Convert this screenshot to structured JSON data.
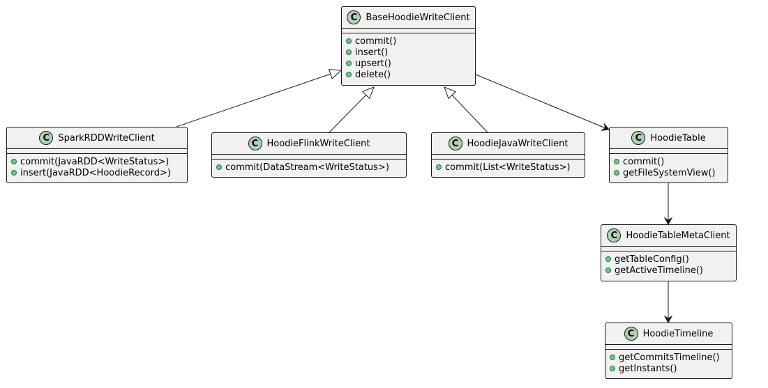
{
  "badge_letter": "C",
  "colors": {
    "class_fill": "#f1f1f1",
    "badge_fill": "#add1b2",
    "method_dot": "#84be84",
    "line": "#181818"
  },
  "classes": {
    "base": {
      "name": "BaseHoodieWriteClient",
      "methods": [
        "commit()",
        "insert()",
        "upsert()",
        "delete()"
      ]
    },
    "spark": {
      "name": "SparkRDDWriteClient",
      "methods": [
        "commit(JavaRDD<WriteStatus>)",
        "insert(JavaRDD<HoodieRecord>)"
      ]
    },
    "flink": {
      "name": "HoodieFlinkWriteClient",
      "methods": [
        "commit(DataStream<WriteStatus>)"
      ]
    },
    "java": {
      "name": "HoodieJavaWriteClient",
      "methods": [
        "commit(List<WriteStatus>)"
      ]
    },
    "table": {
      "name": "HoodieTable",
      "methods": [
        "commit()",
        "getFileSystemView()"
      ]
    },
    "meta": {
      "name": "HoodieTableMetaClient",
      "methods": [
        "getTableConfig()",
        "getActiveTimeline()"
      ]
    },
    "timeline": {
      "name": "HoodieTimeline",
      "methods": [
        "getCommitsTimeline()",
        "getInstants()"
      ]
    }
  },
  "relations": [
    {
      "from": "SparkRDDWriteClient",
      "to": "BaseHoodieWriteClient",
      "kind": "extends"
    },
    {
      "from": "HoodieFlinkWriteClient",
      "to": "BaseHoodieWriteClient",
      "kind": "extends"
    },
    {
      "from": "HoodieJavaWriteClient",
      "to": "BaseHoodieWriteClient",
      "kind": "extends"
    },
    {
      "from": "BaseHoodieWriteClient",
      "to": "HoodieTable",
      "kind": "association"
    },
    {
      "from": "HoodieTable",
      "to": "HoodieTableMetaClient",
      "kind": "association"
    },
    {
      "from": "HoodieTableMetaClient",
      "to": "HoodieTimeline",
      "kind": "association"
    }
  ]
}
